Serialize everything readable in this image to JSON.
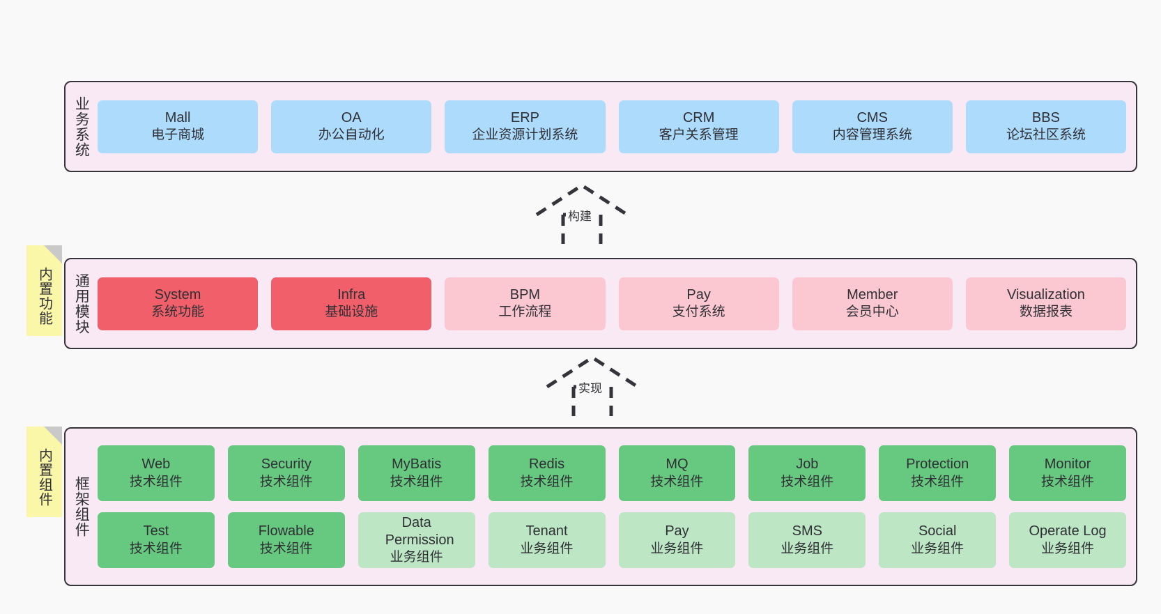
{
  "sections": [
    {
      "id": "business-system",
      "label": "业务系统",
      "rows": [
        {
          "style": "blue",
          "cards": [
            {
              "title": "Mall",
              "subtitle": "电子商城"
            },
            {
              "title": "OA",
              "subtitle": "办公自动化"
            },
            {
              "title": "ERP",
              "subtitle": "企业资源计划系统"
            },
            {
              "title": "CRM",
              "subtitle": "客户关系管理"
            },
            {
              "title": "CMS",
              "subtitle": "内容管理系统"
            },
            {
              "title": "BBS",
              "subtitle": "论坛社区系统"
            }
          ]
        }
      ]
    },
    {
      "id": "common-module",
      "label": "通用模块",
      "sticky": "内置功能",
      "rows": [
        {
          "cards": [
            {
              "title": "System",
              "subtitle": "系统功能",
              "style": "red"
            },
            {
              "title": "Infra",
              "subtitle": "基础设施",
              "style": "red"
            },
            {
              "title": "BPM",
              "subtitle": "工作流程",
              "style": "pink"
            },
            {
              "title": "Pay",
              "subtitle": "支付系统",
              "style": "pink"
            },
            {
              "title": "Member",
              "subtitle": "会员中心",
              "style": "pink"
            },
            {
              "title": "Visualization",
              "subtitle": "数据报表",
              "style": "pink"
            }
          ]
        }
      ]
    },
    {
      "id": "framework-component",
      "label": "框架组件",
      "sticky": "内置组件",
      "rows": [
        {
          "cards": [
            {
              "title": "Web",
              "subtitle": "技术组件",
              "style": "green"
            },
            {
              "title": "Security",
              "subtitle": "技术组件",
              "style": "green"
            },
            {
              "title": "MyBatis",
              "subtitle": "技术组件",
              "style": "green"
            },
            {
              "title": "Redis",
              "subtitle": "技术组件",
              "style": "green"
            },
            {
              "title": "MQ",
              "subtitle": "技术组件",
              "style": "green"
            },
            {
              "title": "Job",
              "subtitle": "技术组件",
              "style": "green"
            },
            {
              "title": "Protection",
              "subtitle": "技术组件",
              "style": "green"
            },
            {
              "title": "Monitor",
              "subtitle": "技术组件",
              "style": "green"
            }
          ]
        },
        {
          "cards": [
            {
              "title": "Test",
              "subtitle": "技术组件",
              "style": "green"
            },
            {
              "title": "Flowable",
              "subtitle": "技术组件",
              "style": "green"
            },
            {
              "title": "Data Permission",
              "subtitle": "业务组件",
              "style": "lightgreen"
            },
            {
              "title": "Tenant",
              "subtitle": "业务组件",
              "style": "lightgreen"
            },
            {
              "title": "Pay",
              "subtitle": "业务组件",
              "style": "lightgreen"
            },
            {
              "title": "SMS",
              "subtitle": "业务组件",
              "style": "lightgreen"
            },
            {
              "title": "Social",
              "subtitle": "业务组件",
              "style": "lightgreen"
            },
            {
              "title": "Operate Log",
              "subtitle": "业务组件",
              "style": "lightgreen"
            }
          ]
        }
      ]
    }
  ],
  "arrows": [
    {
      "id": "build",
      "label": "构建"
    },
    {
      "id": "implement",
      "label": "实现"
    }
  ],
  "colors": {
    "blue": "#ACDBFC",
    "red": "#F1606A",
    "pink": "#FBC8D2",
    "green": "#67C87F",
    "lightgreen": "#BCE6C4",
    "container_bg": "#F8E9F4",
    "sticky_yellow": "#FBF7A8",
    "outline": "#36343B",
    "canvas_bg": "#F9F9F9"
  }
}
